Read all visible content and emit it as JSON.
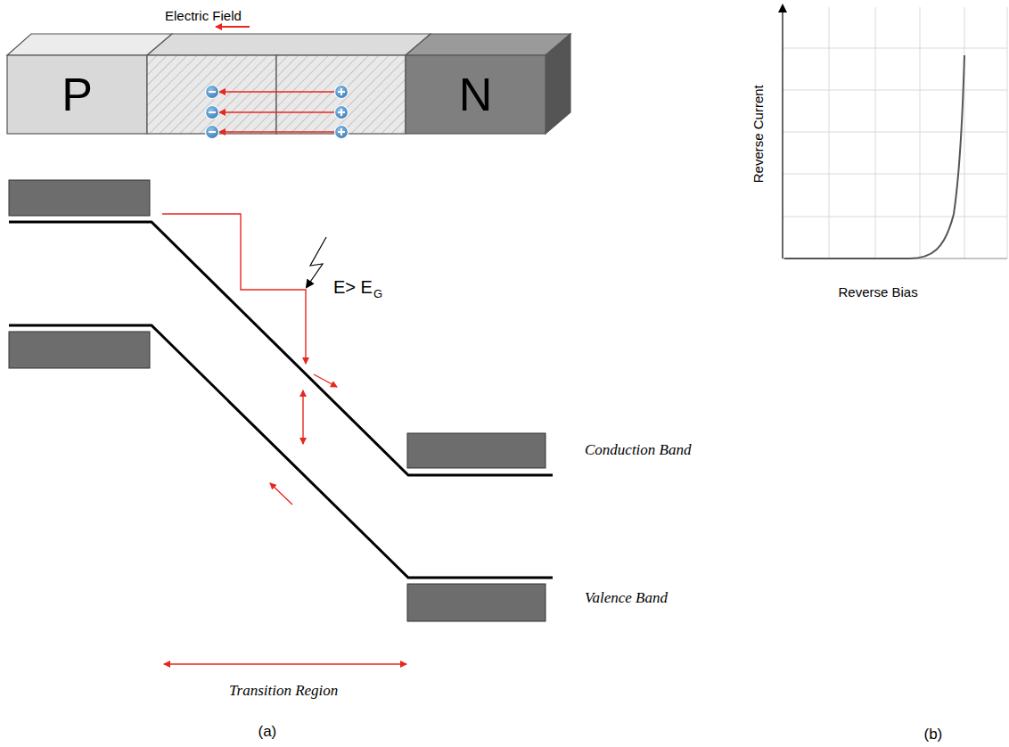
{
  "diagram": {
    "nodes": [
      {
        "text": [
          "P"
        ]
      },
      {
        "text": [
          "N"
        ]
      }
    ],
    "labels": [
      "Electric Field",
      "E> E",
      "G",
      "Conduction Band",
      "Valence Band",
      "Transition Region",
      "(a)",
      "(b)",
      "Reverse Current",
      "Reverse Bias"
    ]
  }
}
